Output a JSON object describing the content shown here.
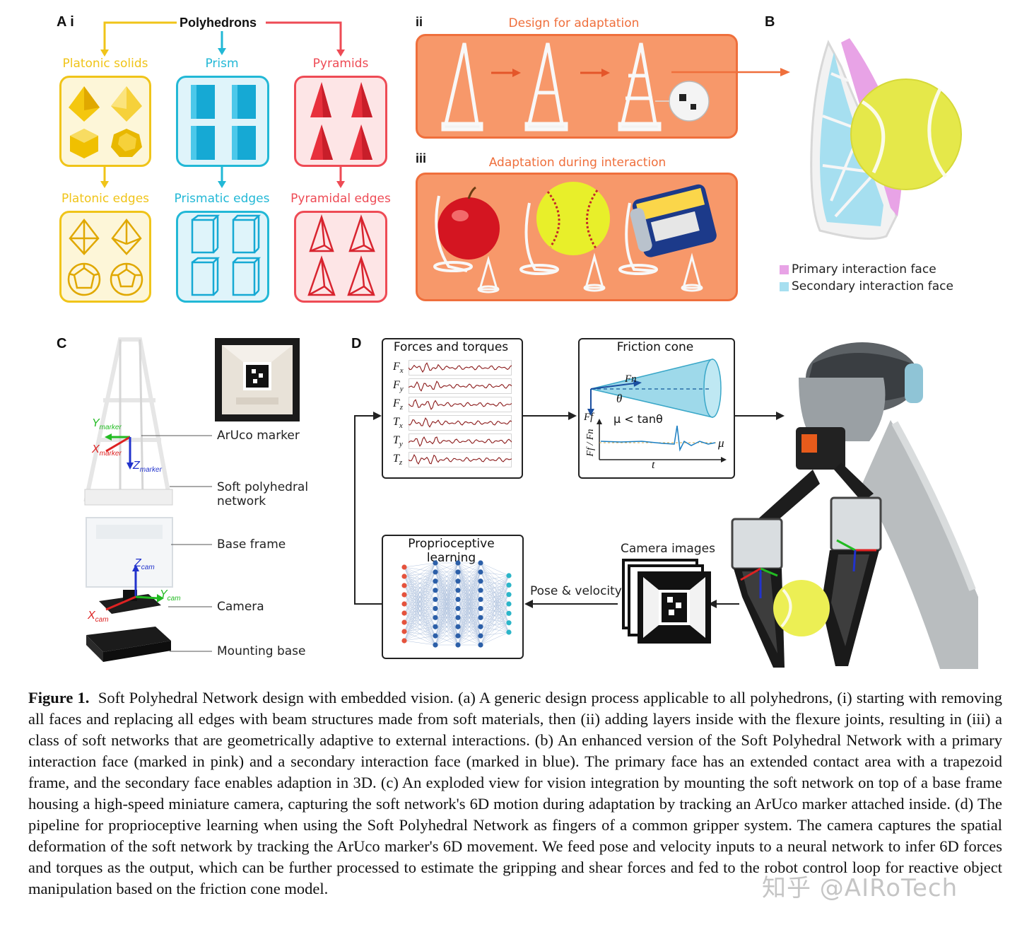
{
  "panel_a": {
    "label": "A i",
    "root": "Polyhedrons",
    "categories": [
      {
        "title": "Platonic solids",
        "edges_title": "Platonic edges",
        "color": "#f0c419"
      },
      {
        "title": "Prism",
        "edges_title": "Prismatic edges",
        "color": "#22b8d6"
      },
      {
        "title": "Pyramids",
        "edges_title": "Pyramidal edges",
        "color": "#ee4b55"
      }
    ],
    "sub_ii": "ii",
    "design_title": "Design for adaptation",
    "sub_iii": "iii",
    "adapt_title": "Adaptation during interaction"
  },
  "panel_b": {
    "label": "B",
    "legend": [
      {
        "label": "Primary interaction face",
        "color": "#e8a3e6"
      },
      {
        "label": "Secondary interaction face",
        "color": "#a6dff0"
      }
    ]
  },
  "panel_c": {
    "label": "C",
    "aruco": "ArUco marker",
    "network_line1": "Soft polyhedral",
    "network_line2": "network",
    "base_frame": "Base frame",
    "camera": "Camera",
    "mounting": "Mounting base",
    "axes": {
      "y_marker": "Y",
      "x_marker": "X",
      "z_marker": "Z",
      "sub_marker": "marker",
      "z_cam": "Z",
      "y_cam": "Y",
      "x_cam": "X",
      "sub_cam": "cam"
    }
  },
  "panel_d": {
    "label": "D",
    "forces_title": "Forces and torques",
    "signals": [
      "Fx",
      "Fy",
      "Fz",
      "Tx",
      "Ty",
      "Tz"
    ],
    "friction_title": "Friction cone",
    "fn": "Fn",
    "ff": "Ff",
    "theta": "θ",
    "mu_rule": "μ < tanθ",
    "ratio": "Ff / Fn",
    "mu": "μ",
    "t": "t",
    "learning_title": "Proprioceptive learning",
    "pose_velocity": "Pose & velocity",
    "camera_images": "Camera images"
  },
  "caption": {
    "lead": "Figure 1.",
    "text": "Soft Polyhedral Network design with embedded vision. (a) A generic design process applicable to all polyhedrons, (i) starting with removing all faces and replacing all edges with beam structures made from soft materials, then (ii) adding layers inside with the flexure joints, resulting in (iii) a class of soft networks that are geometrically adaptive to external interactions. (b) An enhanced version of the Soft Polyhedral Network with a primary interaction face (marked in pink) and a secondary interaction face (marked in blue). The primary face has an extended contact area with a trapezoid frame, and the secondary face enables adaption in 3D. (c) An exploded view for vision integration by mounting the soft network on top of a base frame housing a high-speed miniature camera, capturing the soft network's 6D motion during adaptation by tracking an ArUco marker attached inside. (d) The pipeline for proprioceptive learning when using the Soft Polyhedral Network as fingers of a common gripper system. The camera captures the spatial deformation of the soft network by tracking the ArUco marker's 6D movement. We feed pose and velocity inputs to a neural network to infer 6D forces and torques as the output, which can be further processed to estimate the gripping and shear forces and fed to the robot control loop for reactive object manipulation based on the friction cone model."
  },
  "watermark": "知乎 @AIRoTech"
}
